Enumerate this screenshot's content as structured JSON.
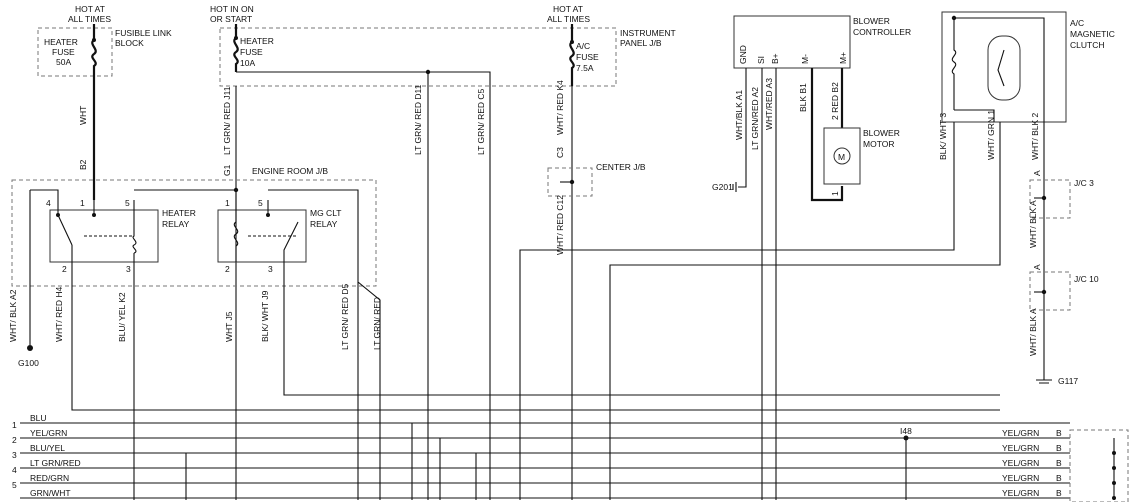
{
  "supply": {
    "hot_at_all_times_1": "HOT AT",
    "hot_at_all_times_2": "ALL TIMES",
    "hot_in_on_1": "HOT IN ON",
    "hot_in_on_2": "OR START",
    "hot_at_all_times_b1": "HOT AT",
    "hot_at_all_times_b2": "ALL TIMES"
  },
  "fuses": {
    "heater_1": "HEATER",
    "heater_2": "FUSE",
    "heater_3": "50A",
    "fusible_1": "FUSIBLE LINK",
    "fusible_2": "BLOCK",
    "heater10_1": "HEATER",
    "heater10_2": "FUSE",
    "heater10_3": "10A",
    "ac_1": "A/C",
    "ac_2": "FUSE",
    "ac_3": "7.5A",
    "ip_1": "INSTRUMENT",
    "ip_2": "PANEL J/B"
  },
  "junctions": {
    "engine_room": "ENGINE ROOM J/B",
    "center": "CENTER J/B",
    "jc3": "J/C 3",
    "jc10": "J/C 10"
  },
  "relays": {
    "heater_1": "HEATER",
    "heater_2": "RELAY",
    "mgclt_1": "MG CLT",
    "mgclt_2": "RELAY",
    "pin1": "1",
    "pin2": "2",
    "pin3": "3",
    "pin4": "4",
    "pin5": "5"
  },
  "components": {
    "blower_ctrl_1": "BLOWER",
    "blower_ctrl_2": "CONTROLLER",
    "blower_motor_1": "BLOWER",
    "blower_motor_2": "MOTOR",
    "motor_symbol": "M",
    "clutch_1": "A/C",
    "clutch_2": "MAGNETIC",
    "clutch_3": "CLUTCH",
    "ctrl_pin_gnd": "GND",
    "ctrl_pin_si": "SI",
    "ctrl_pin_bplus": "B+",
    "ctrl_pin_mminus": "M-",
    "ctrl_pin_mplus": "M+"
  },
  "grounds": {
    "g100": "G100",
    "g201": "G201",
    "g117": "G117",
    "i48": "I48"
  },
  "wire_labels": {
    "wht_main": "WHT",
    "b2": "B2",
    "ltgrn_red_j11": "LT GRN/ RED J11",
    "g1": "G1",
    "ltgrn_red_d11": "LT GRN/ RED D11",
    "ltgrn_red_c5": "LT GRN/ RED C5",
    "wht_red_k4": "WHT/ RED K4",
    "c3": "C3",
    "wht_red_c12": "WHT/ RED C12",
    "wht_blk_a1": "WHT/BLK A1",
    "ltgrn_red_a2": "LT GRN/RED A2",
    "wht_red_a3": "WHT/RED A3",
    "blk_b1": "BLK B1",
    "red_b2": "2 RED B2",
    "motor_pin1": "1",
    "blk_wht_3": "BLK/ WHT 3",
    "wht_grn_1": "WHT/ GRN 1",
    "wht_blk_2": "WHT/ BLK 2",
    "jc_a_top": "A",
    "wht_blk_a_mid": "WHT/ BLK A",
    "jc_a_mid": "A",
    "wht_blk_a_bot": "WHT/ BLK A",
    "wht_blk_a2": "WHT/ BLK A2",
    "wht_red_h4": "WHT/ RED H4",
    "blu_yel_k2": "BLU/ YEL K2",
    "wht_j5": "WHT J5",
    "blk_wht_j9": "BLK/ WHT J9",
    "ltgrn_red_d5": "LT GRN/ RED D5",
    "ltgrn_red_free": "LT GRN/ RED"
  },
  "bus": {
    "rows": [
      {
        "num": "1",
        "color": "BLU"
      },
      {
        "num": "2",
        "color": "YEL/GRN"
      },
      {
        "num": "3",
        "color": "BLU/YEL"
      },
      {
        "num": "4",
        "color": "LT GRN/RED"
      },
      {
        "num": "5",
        "color": "RED/GRN"
      },
      {
        "num": "",
        "color": "GRN/WHT"
      }
    ],
    "right_rows": [
      {
        "color": "YEL/GRN",
        "pin": "B"
      },
      {
        "color": "YEL/GRN",
        "pin": "B"
      },
      {
        "color": "YEL/GRN",
        "pin": "B"
      },
      {
        "color": "YEL/GRN",
        "pin": "B"
      },
      {
        "color": "YEL/GRN",
        "pin": "B"
      }
    ]
  }
}
